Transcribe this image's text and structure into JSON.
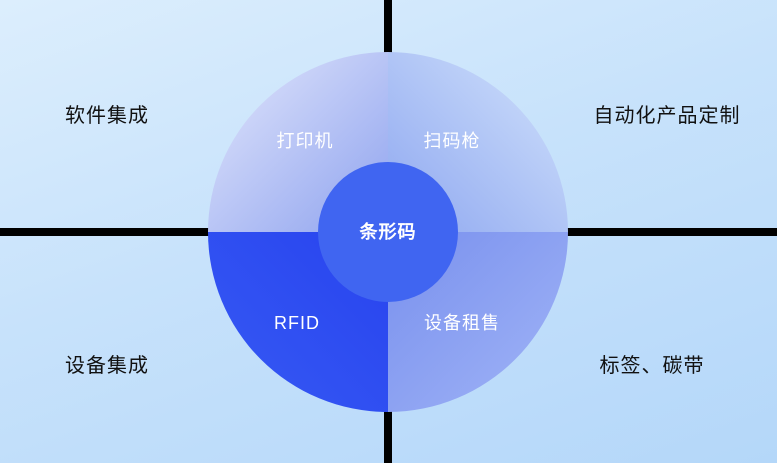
{
  "diagram": {
    "corners": {
      "top_left": "软件集成",
      "top_right": "自动化产品定制",
      "bottom_left": "设备集成",
      "bottom_right": "标签、碳带"
    },
    "wheel": {
      "top_left": "打印机",
      "top_right": "扫码枪",
      "bottom_left": "RFID",
      "bottom_right": "设备租售",
      "center": "条形码"
    },
    "colors": {
      "background_top": "#dceefd",
      "background_bottom": "#b4d7f9",
      "cross_divider": "#000000",
      "segment_top_left": "#aab9f3",
      "segment_top_right": "#9db4f2",
      "segment_bottom_left": "#2e4ff1",
      "segment_bottom_right": "#8099f0",
      "center_circle": "#4065f1",
      "corner_text": "#111111",
      "wheel_text": "#ffffff"
    }
  }
}
